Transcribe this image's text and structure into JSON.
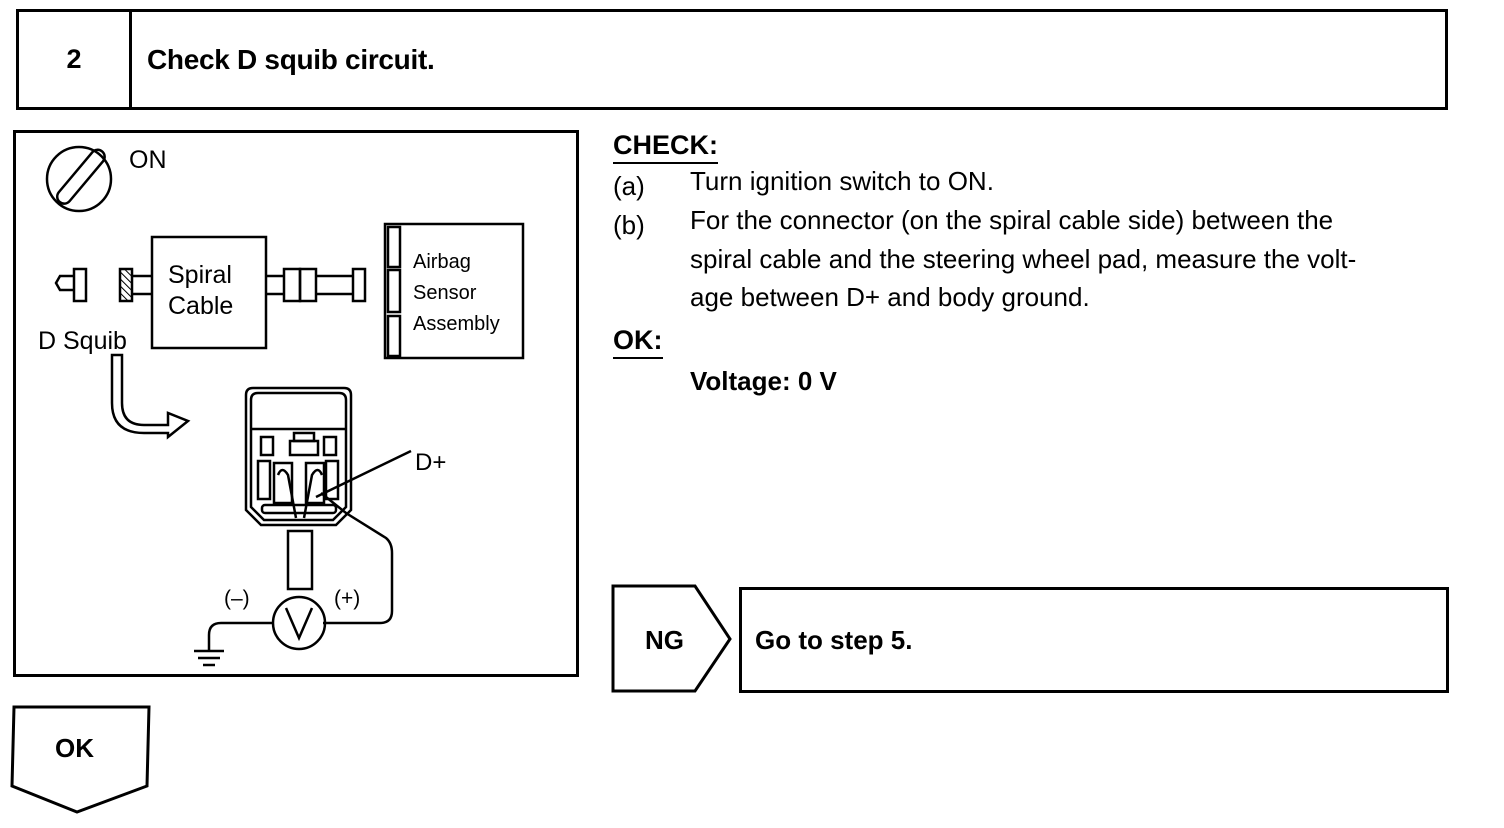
{
  "header": {
    "step_number": "2",
    "title": "Check D squib circuit."
  },
  "diagram": {
    "ignition_label": "ON",
    "spiral_cable_line1": "Spiral",
    "spiral_cable_line2": "Cable",
    "airbag_line1": "Airbag",
    "airbag_line2": "Sensor",
    "airbag_line3": "Assembly",
    "squib_label": "D Squib",
    "terminal_label": "D+",
    "minus_label": "(–)",
    "plus_label": "(+)",
    "voltmeter_symbol": "V"
  },
  "check": {
    "heading": "CHECK:",
    "steps": [
      {
        "label": "(a)",
        "lines": [
          "Turn ignition switch to ON."
        ]
      },
      {
        "label": "(b)",
        "lines": [
          "For the connector (on the spiral cable side) between the",
          "spiral cable and the steering wheel pad, measure the volt-",
          "age between D+ and body ground."
        ]
      }
    ]
  },
  "ok_spec": {
    "heading": "OK:",
    "value": "Voltage: 0 V"
  },
  "ng_branch": {
    "label": "NG",
    "action": "Go to step 5."
  },
  "ok_branch": {
    "label": "OK"
  }
}
